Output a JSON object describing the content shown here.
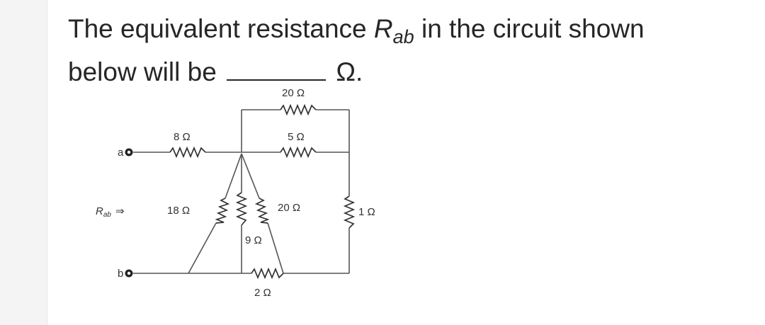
{
  "question": {
    "line1_pre": "The equivalent resistance ",
    "var_main": "R",
    "var_sub": "ab",
    "line1_post": " in the circuit shown",
    "line2_pre": "below will be ",
    "line2_post": " Ω."
  },
  "circuit": {
    "terminal_a": "a",
    "terminal_b": "b",
    "rab_label_main": "R",
    "rab_label_sub": "ab",
    "rab_arrow": "⇒",
    "resistors": {
      "r_top": "20 Ω",
      "r_8": "8 Ω",
      "r_5": "5 Ω",
      "r_18": "18 Ω",
      "r_20_diag": "20 Ω",
      "r_9": "9 Ω",
      "r_1": "1 Ω",
      "r_2": "2 Ω"
    }
  }
}
